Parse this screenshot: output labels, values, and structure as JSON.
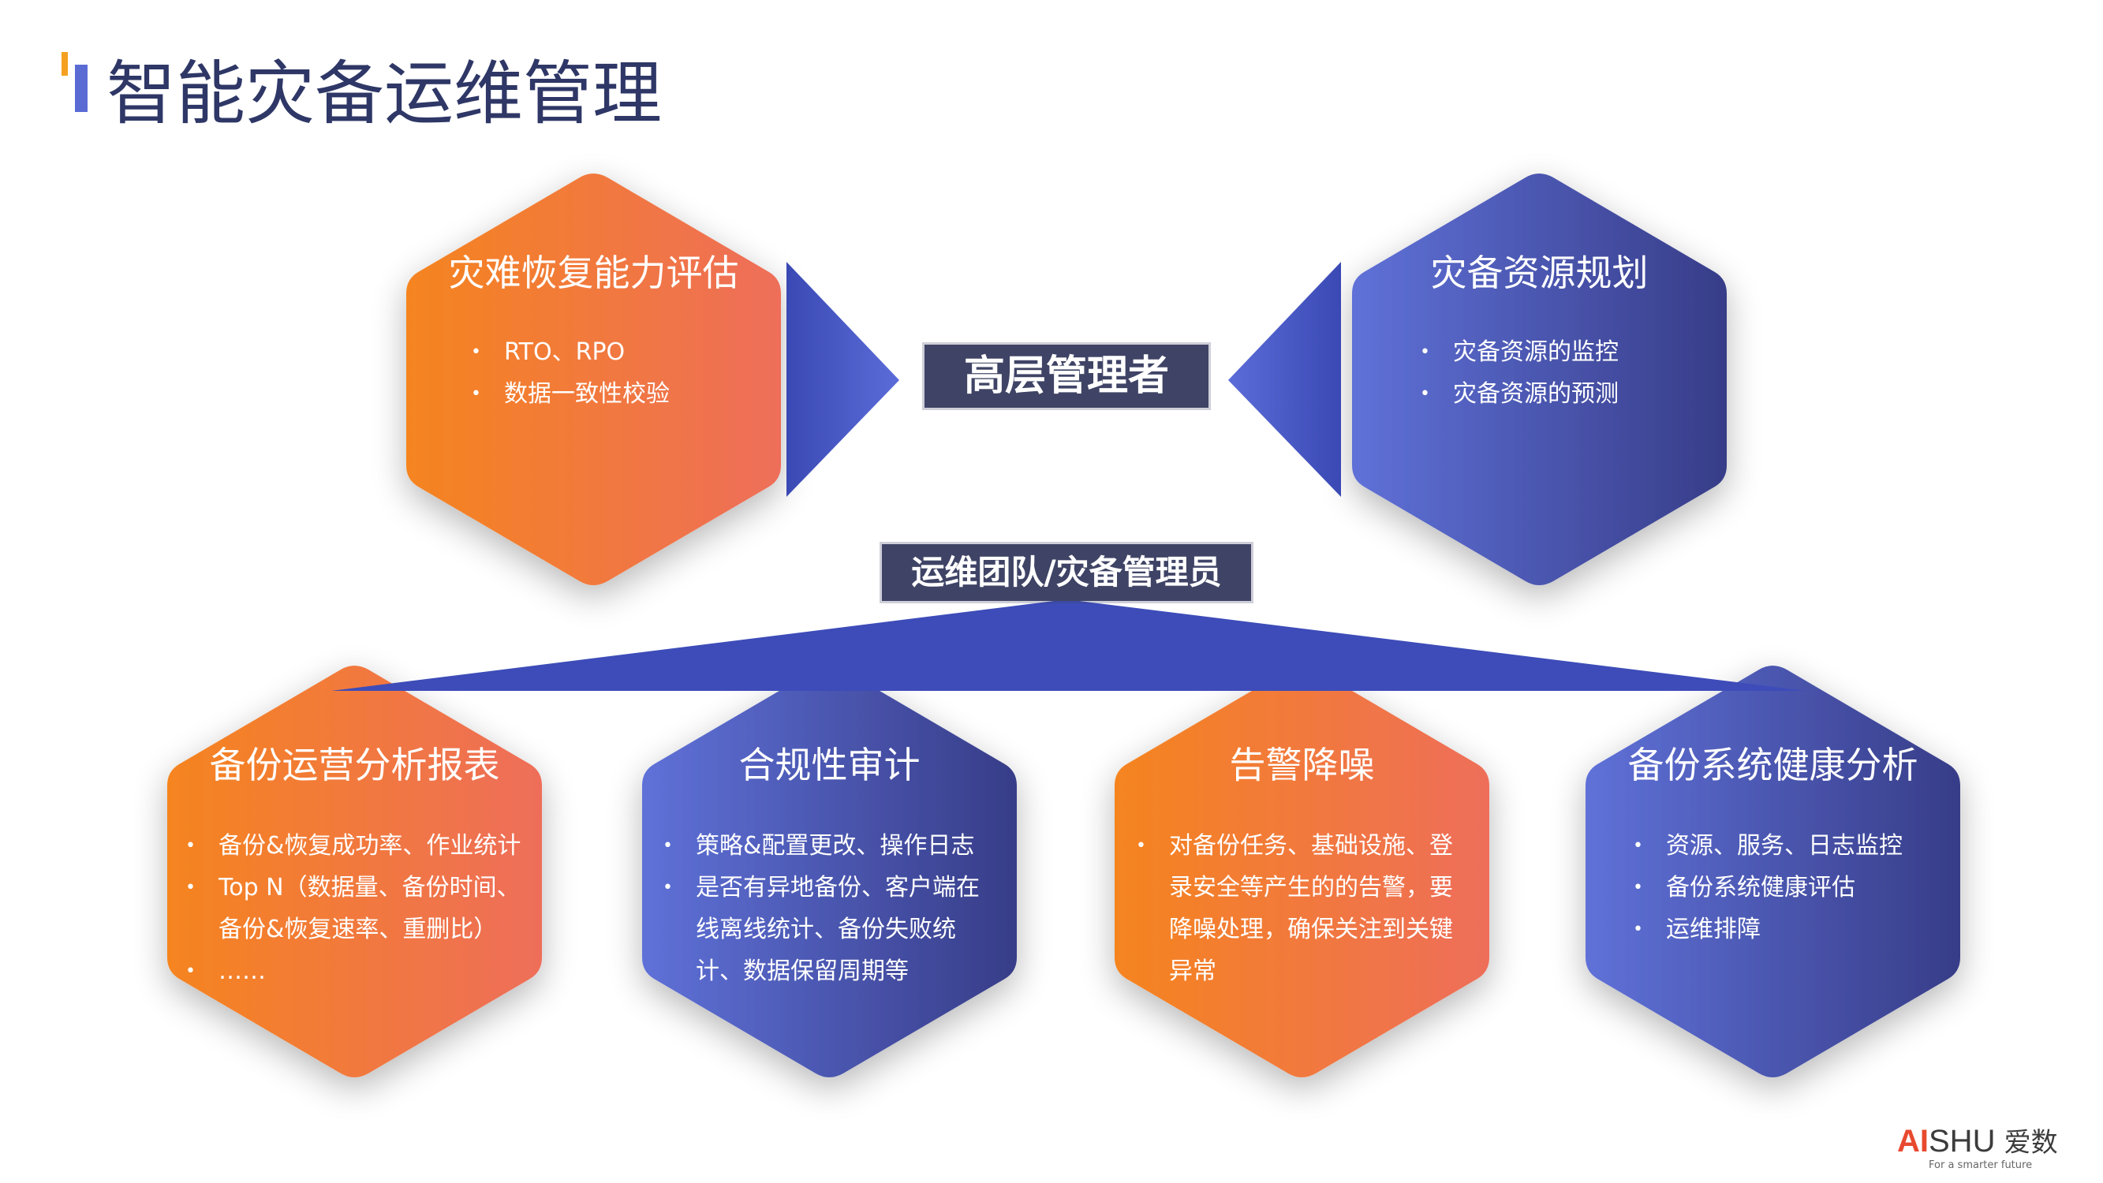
{
  "title": "智能灾备运维管理",
  "center_labels": {
    "top": "高层管理者",
    "middle": "运维团队/灾备管理员"
  },
  "hexagons": [
    {
      "id": "dr-assessment",
      "title": "灾难恢复能力评估",
      "theme": "orange",
      "items": [
        "RTO、RPO",
        "数据一致性校验"
      ]
    },
    {
      "id": "resource-planning",
      "title": "灾备资源规划",
      "theme": "blue",
      "items": [
        "灾备资源的监控",
        "灾备资源的预测"
      ]
    },
    {
      "id": "ops-report",
      "title": "备份运营分析报表",
      "theme": "orange",
      "items": [
        "备份&恢复成功率、作业统计",
        "Top N（数据量、备份时间、备份&恢复速率、重删比）",
        "……"
      ]
    },
    {
      "id": "compliance-audit",
      "title": "合规性审计",
      "theme": "blue",
      "items": [
        "策略&配置更改、操作日志",
        "是否有异地备份、客户端在线离线统计、备份失败统计、数据保留周期等"
      ]
    },
    {
      "id": "alert-denoise",
      "title": "告警降噪",
      "theme": "orange",
      "items": [
        "对备份任务、基础设施、登录安全等产生的的告警，要降噪处理，确保关注到关键异常"
      ]
    },
    {
      "id": "health-analysis",
      "title": "备份系统健康分析",
      "theme": "blue",
      "items": [
        "资源、服务、日志监控",
        "备份系统健康评估",
        "运维排障"
      ]
    }
  ],
  "colors": {
    "orange_start": "#f5841f",
    "orange_end": "#ee6e5a",
    "blue_start": "#5a6cd4",
    "blue_end": "#3a4290",
    "arrow": "#3d4cb8",
    "label_bg": "#3f4466",
    "title_text": "#2e3766"
  },
  "logo": {
    "ai": "AI",
    "shu": "SHU",
    "cn": "爱数",
    "tagline": "For a smarter future"
  }
}
